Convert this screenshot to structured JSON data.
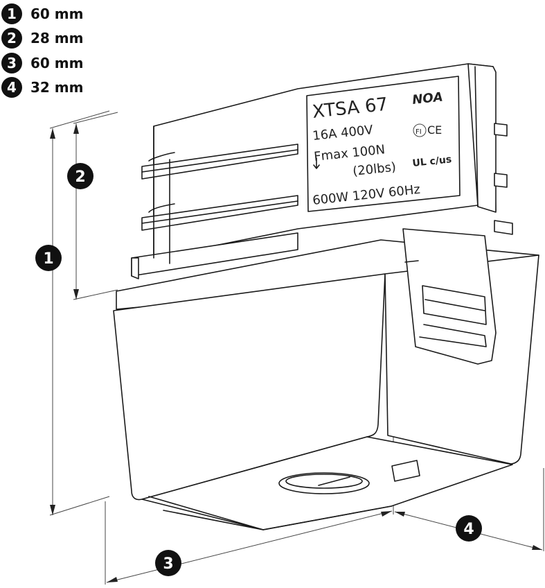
{
  "dimensions": [
    {
      "number": "1",
      "value": "60 mm"
    },
    {
      "number": "2",
      "value": "28 mm"
    },
    {
      "number": "3",
      "value": "60 mm"
    },
    {
      "number": "4",
      "value": "32 mm"
    }
  ],
  "product_label": {
    "model": "XTSA  67",
    "brand": "NOA",
    "rating": "16A  400V",
    "fmax": "Fmax  100N",
    "fmax_lbs": "(20lbs)",
    "power": "600W  120V  60Hz",
    "cert_marks": [
      "FI",
      "CE",
      "UL c/us"
    ]
  },
  "colors": {
    "line": "#1a1a1a",
    "marker": "#111111",
    "background": "#ffffff"
  }
}
